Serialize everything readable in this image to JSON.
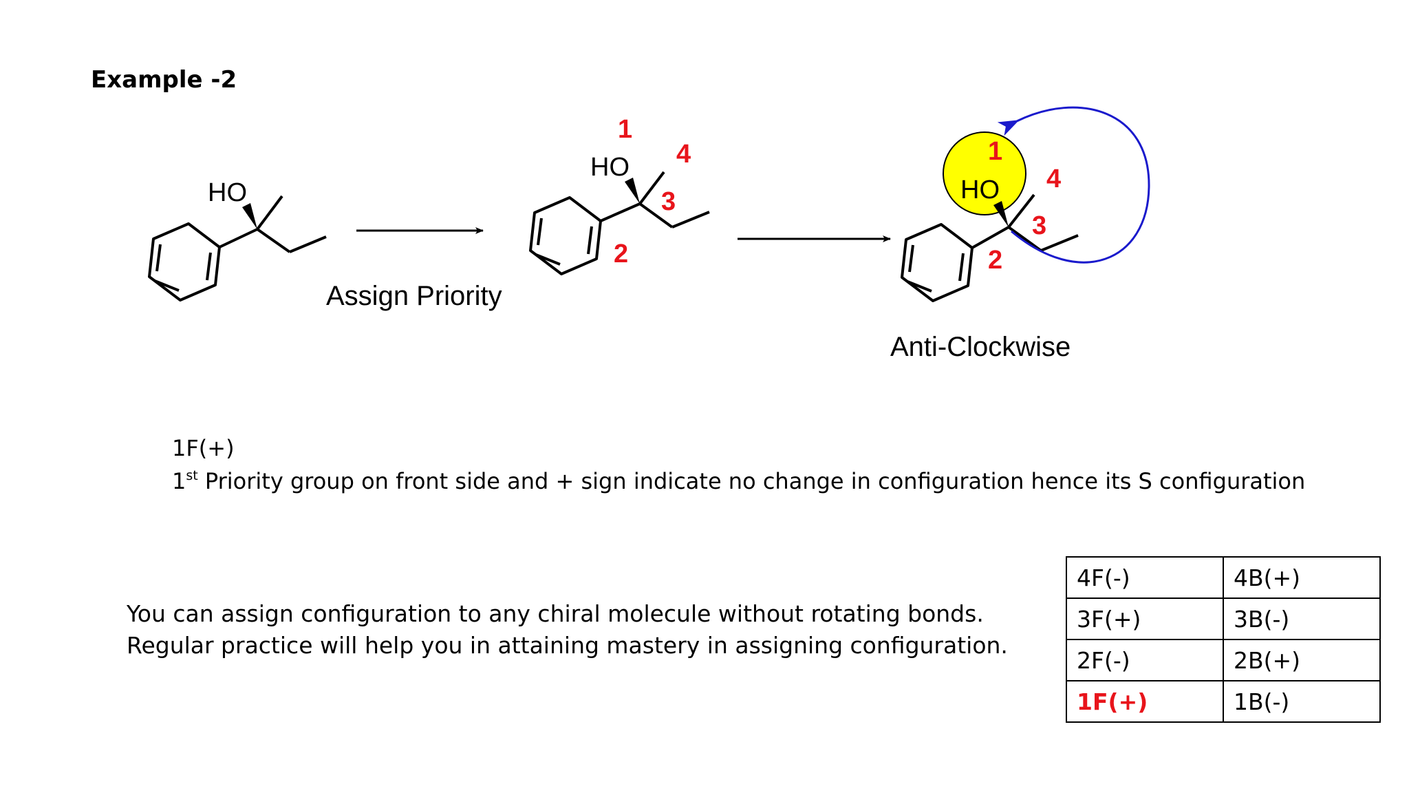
{
  "title": "Example -2",
  "molecule": {
    "atom_label": "HO"
  },
  "priorities": [
    "1",
    "2",
    "3",
    "4"
  ],
  "step1_caption": "Assign Priority",
  "step2_caption": "Anti-Clockwise",
  "colors": {
    "priority_red": "#e8141b",
    "highlight_yellow": "#ffff00",
    "arrow_blue": "#1a1acc"
  },
  "rule_code": "1F(+)",
  "explanation": {
    "number": "1",
    "suffix": "st",
    "text": " Priority group on front side and + sign indicate no change in configuration hence its S configuration"
  },
  "notes": [
    "You can assign configuration  to any chiral molecule without rotating bonds.",
    "Regular practice will help you in attaining mastery in assigning configuration."
  ],
  "rules_table": [
    [
      "4F(-)",
      "4B(+)"
    ],
    [
      "3F(+)",
      "3B(-)"
    ],
    [
      "2F(-)",
      "2B(+)"
    ],
    [
      "1F(+)",
      "1B(-)"
    ]
  ],
  "rules_table_highlight": "1F(+)"
}
